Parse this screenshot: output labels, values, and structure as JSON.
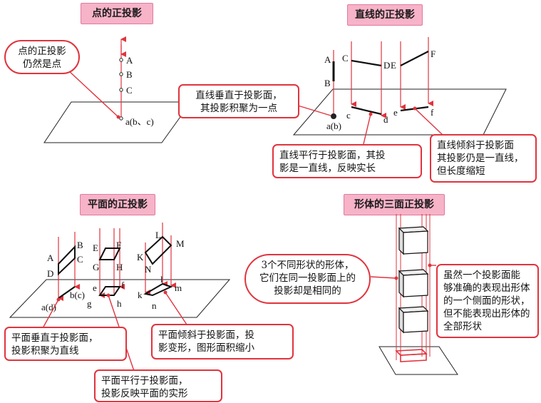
{
  "titles": {
    "point": "点的正投影",
    "line": "直线的正投影",
    "plane": "平面的正投影",
    "solid": "形体的三面正投影"
  },
  "callouts": {
    "point_note": "点的正投影\n仍然是点",
    "line_perpendicular": "直线垂直于投影面，\n其投影积聚为一点",
    "line_parallel": "直线平行于投影面，其投\n影是一直线，反映实长",
    "line_inclined": "直线倾斜于投影面\n其投影仍是一直线，\n但长度缩短",
    "plane_perpendicular": "平面垂直于投影面，\n投影积聚为直线",
    "plane_inclined": "平面倾斜于投影面，投\n影变形，图形面积缩小",
    "plane_parallel": "平面平行于投影面，\n投影反映平面的实形",
    "solid_same": "3个不同形状的形体，\n它们在同一投影面上的\n投影却是相同的",
    "solid_note": "虽然一个投影面能\n够准确的表现出形体\n的一个侧面的形状，\n但不能表现出形体的\n全部形状"
  },
  "labels": {
    "point": [
      "A",
      "B",
      "C",
      "a(b、c)"
    ],
    "line": [
      "A",
      "B",
      "a(b)",
      "C",
      "D",
      "E",
      "F",
      "c",
      "d",
      "e",
      "f"
    ],
    "plane": [
      "A",
      "B",
      "C",
      "D",
      "a(d)",
      "b(c)",
      "E",
      "F",
      "G",
      "H",
      "e",
      "f",
      "g",
      "h",
      "K",
      "L",
      "M",
      "N",
      "k",
      "l",
      "m",
      "n"
    ]
  },
  "colors": {
    "title_bg": "#f7b3c8",
    "callout_border": "#e0343e",
    "projection_ray": "#e0343e"
  }
}
